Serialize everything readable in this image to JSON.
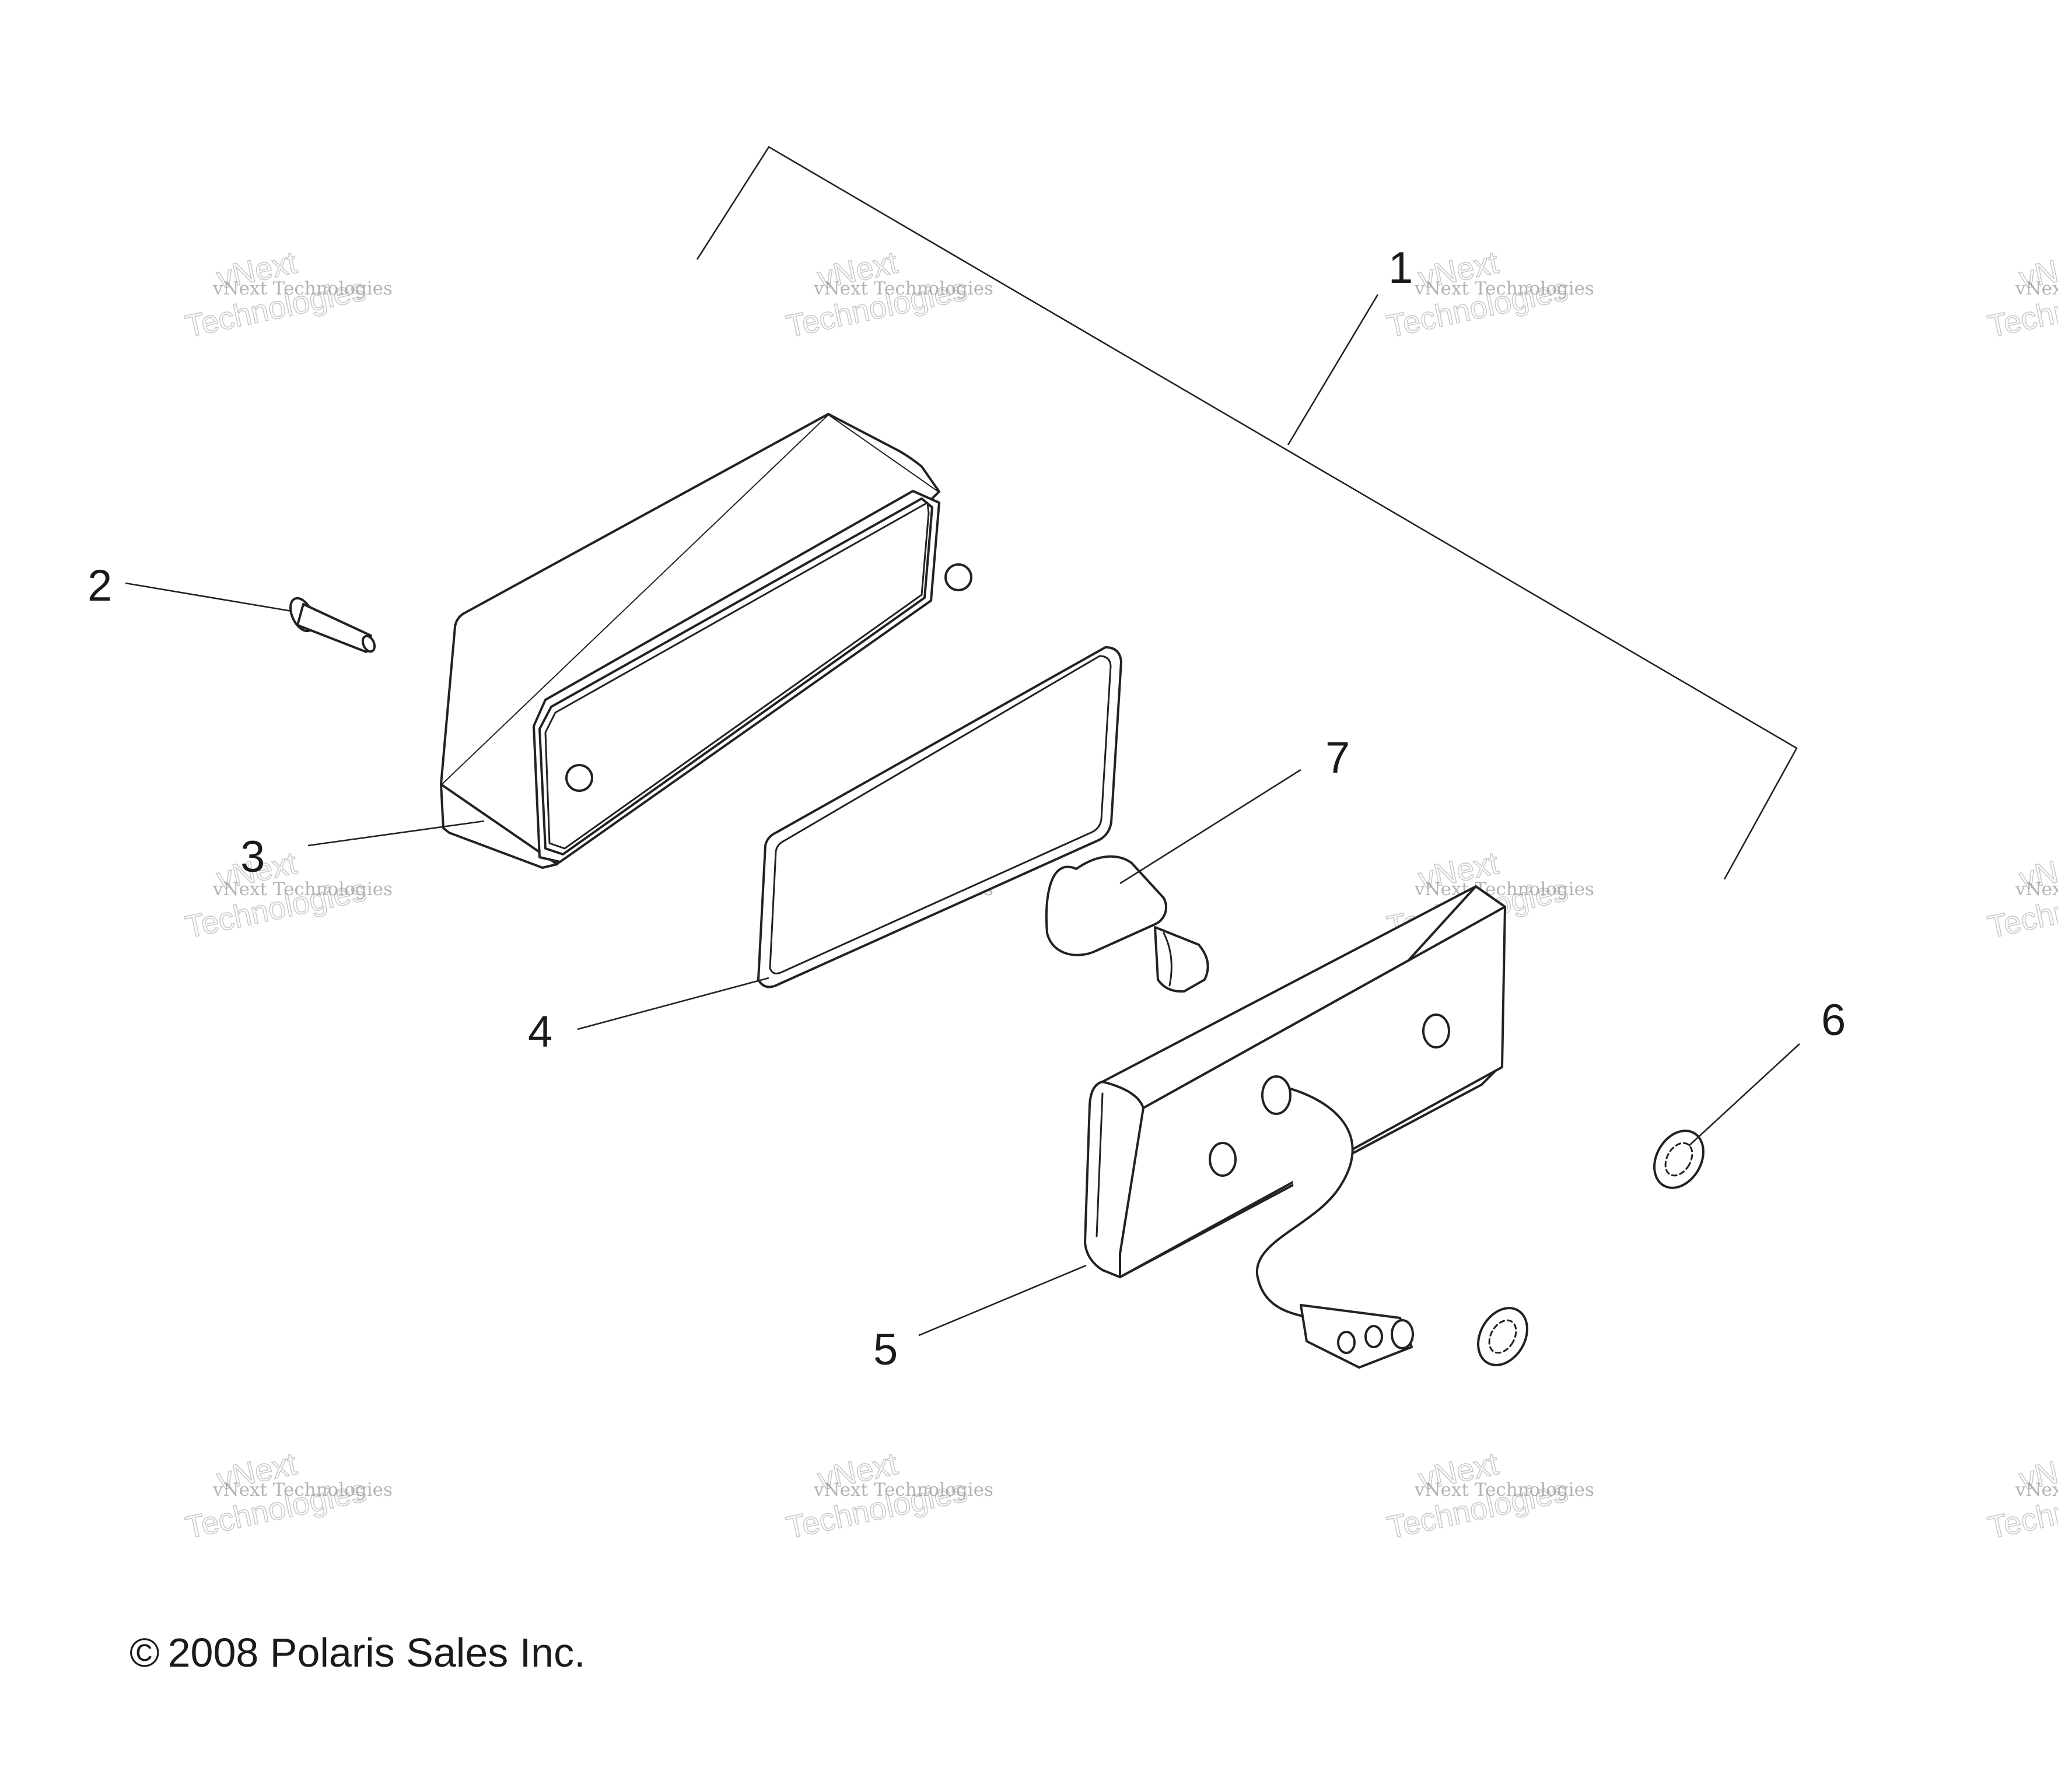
{
  "callouts": [
    {
      "id": "1",
      "label": "1"
    },
    {
      "id": "2",
      "label": "2"
    },
    {
      "id": "3",
      "label": "3"
    },
    {
      "id": "4",
      "label": "4"
    },
    {
      "id": "5",
      "label": "5"
    },
    {
      "id": "6",
      "label": "6"
    },
    {
      "id": "7",
      "label": "7"
    }
  ],
  "watermark": {
    "small_text": "vNext Technologies",
    "large_text_line1": "vNext",
    "large_text_line2": "Technologies"
  },
  "copyright": {
    "symbol": "©",
    "text": "2008 Polaris Sales Inc."
  }
}
